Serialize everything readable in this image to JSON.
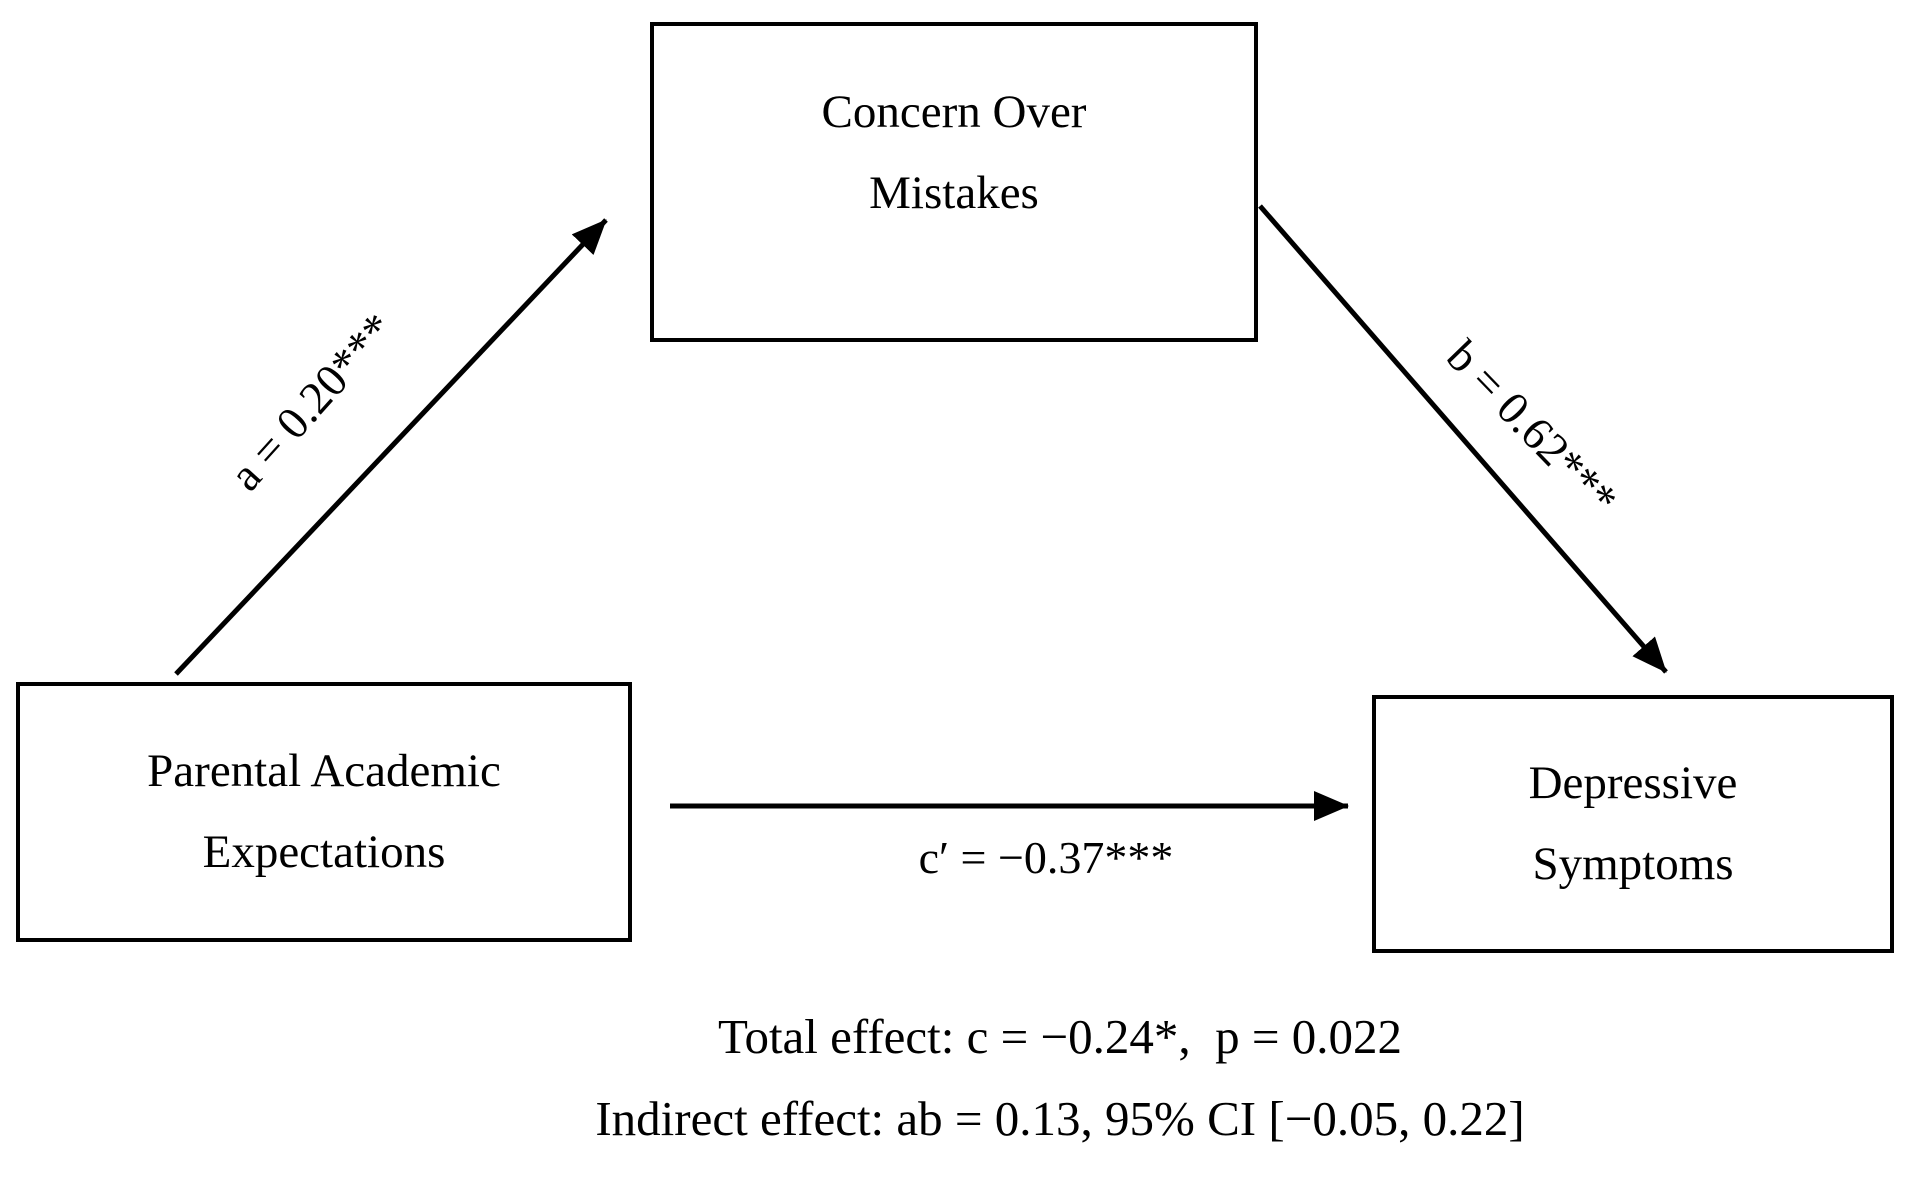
{
  "diagram": {
    "type": "mediation-model",
    "background_color": "#ffffff",
    "line_color": "#000000",
    "text_color": "#000000",
    "nodes": {
      "mediator": {
        "lines": [
          "Concern Over",
          "Mistakes"
        ]
      },
      "predictor": {
        "lines": [
          "Parental Academic",
          "Expectations"
        ]
      },
      "outcome": {
        "lines": [
          "Depressive",
          "Symptoms"
        ]
      }
    },
    "paths": {
      "a": {
        "label": "a = 0.20***",
        "from": "predictor",
        "to": "mediator"
      },
      "b": {
        "label": "b = 0.62***",
        "from": "mediator",
        "to": "outcome"
      },
      "c_prime": {
        "label": "c′ = −0.37***",
        "from": "predictor",
        "to": "outcome"
      }
    },
    "notes": [
      "Total effect: c = −0.24*,  p = 0.022",
      "Indirect effect: ab = 0.13, 95% CI [−0.05, 0.22]"
    ]
  }
}
